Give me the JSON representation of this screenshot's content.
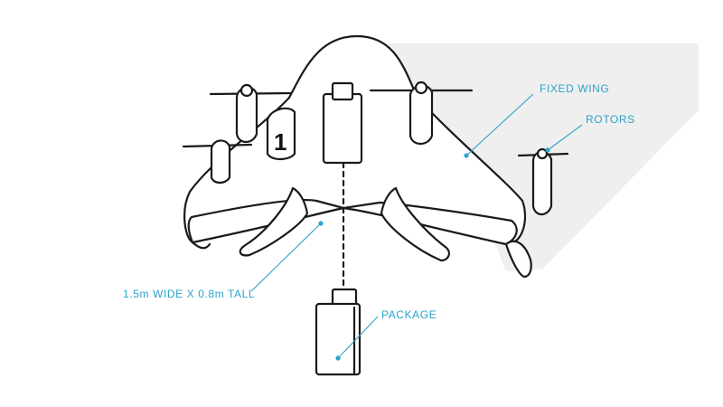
{
  "labels": {
    "fixed_wing": "FIXED WING",
    "rotors": "ROTORS",
    "dimensions": "1.5m WIDE X 0.8m TALL",
    "package": "PACKAGE"
  },
  "fuselage_number": "1",
  "colors": {
    "callout": "#2aa3c9",
    "ink": "#1a1a1a",
    "shadow": "#efefef"
  }
}
